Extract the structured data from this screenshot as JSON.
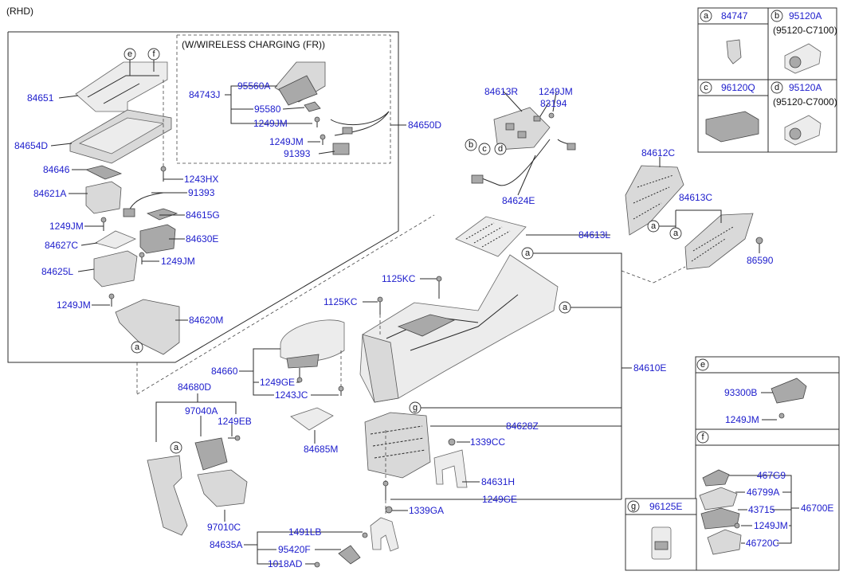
{
  "header": {
    "variant": "(RHD)"
  },
  "wireless_box": {
    "title": "(W/WIRELESS CHARGING (FR))"
  },
  "labels": {
    "p84651": "84651",
    "p84654D": "84654D",
    "p84646": "84646",
    "p84621A": "84621A",
    "p1249JM_a": "1249JM",
    "p84627C": "84627C",
    "p84625L": "84625L",
    "p1249JM_b": "1249JM",
    "p1249JM_c": "1249JM",
    "p84620M": "84620M",
    "p1243HX": "1243HX",
    "p91393_a": "91393",
    "p84615G": "84615G",
    "p84630E": "84630E",
    "p84743J": "84743J",
    "p95560A": "95560A",
    "p95580": "95580",
    "p1249JM_d": "1249JM",
    "p1249JM_e": "1249JM",
    "p91393_b": "91393",
    "p84650D": "84650D",
    "p84613R": "84613R",
    "p1249JM_f": "1249JM",
    "p83194": "83194",
    "p84624E": "84624E",
    "p84612C": "84612C",
    "p84613C": "84613C",
    "p86590": "86590",
    "p84613L": "84613L",
    "p1125KC_a": "1125KC",
    "p1125KC_b": "1125KC",
    "p84610E": "84610E",
    "p84660": "84660",
    "p1249GE_a": "1249GE",
    "p1243JC": "1243JC",
    "p84685M": "84685M",
    "p84680D": "84680D",
    "p97040A": "97040A",
    "p1249EB": "1249EB",
    "p97010C": "97010C",
    "p84628Z": "84628Z",
    "p1339CC": "1339CC",
    "p84631H": "84631H",
    "p1249GE_b": "1249GE",
    "p1339GA": "1339GA",
    "p1491LB": "1491LB",
    "p84635A": "84635A",
    "p95420F": "95420F",
    "p1018AD": "1018AD"
  },
  "callouts": {
    "a": "a",
    "b": "b",
    "c": "c",
    "d": "d",
    "e": "e",
    "f": "f",
    "g": "g"
  },
  "legend": {
    "a": {
      "key": "a",
      "part": "84747"
    },
    "b": {
      "key": "b",
      "part": "95120A",
      "note": "(95120-C7100)"
    },
    "c": {
      "key": "c",
      "part": "96120Q"
    },
    "d": {
      "key": "d",
      "part": "95120A",
      "note": "(95120-C7000)"
    },
    "e": {
      "key": "e",
      "part1": "93300B",
      "part2": "1249JM"
    },
    "f": {
      "key": "f",
      "p1": "467G9",
      "p2": "46799A",
      "p3": "43715",
      "p4": "1249JM",
      "p5": "46720C",
      "group": "46700E"
    },
    "g": {
      "key": "g",
      "part": "96125E"
    }
  },
  "colors": {
    "label": "#1c1ccc",
    "line": "#2a2a2a",
    "part_fill": "#d9d9d9"
  }
}
